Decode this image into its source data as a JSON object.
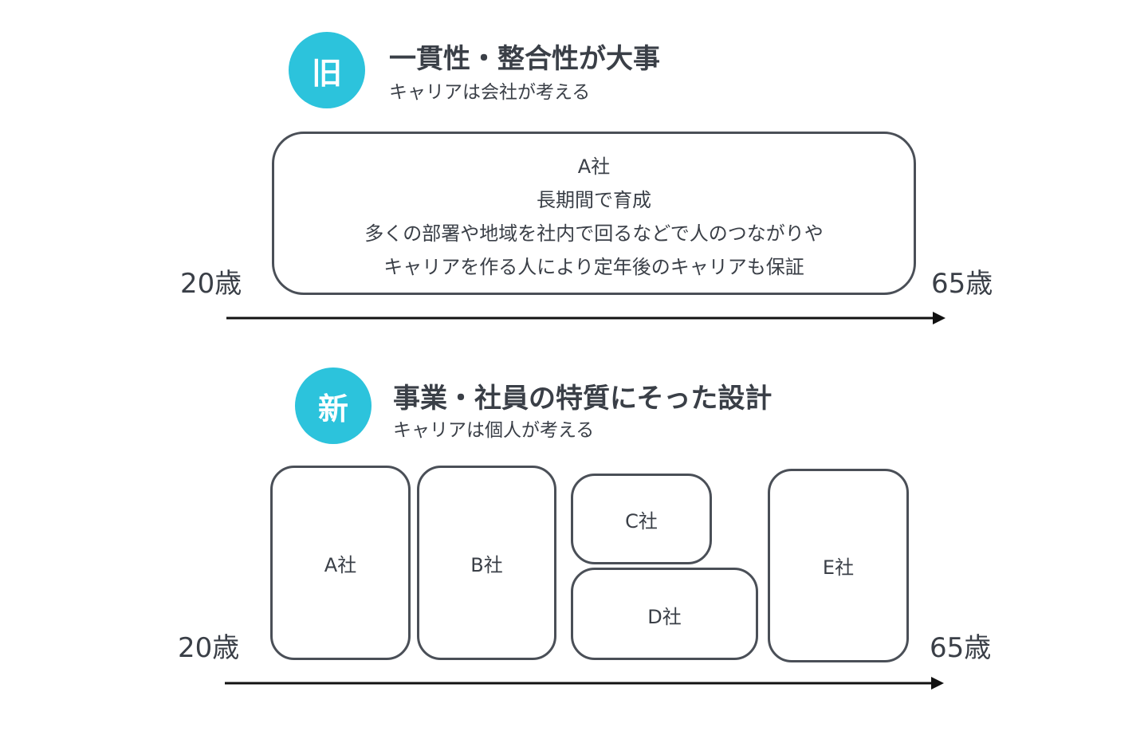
{
  "old": {
    "badge": "旧",
    "title": "一貫性・整合性が大事",
    "subtitle": "キャリアは会社が考える",
    "company_box": {
      "lines": [
        "A社",
        "長期間で育成",
        "多くの部署や地域を社内で回るなどで人のつながりや",
        "キャリアを作る人により定年後のキャリアも保証"
      ]
    },
    "start_age": "20歳",
    "end_age": "65歳"
  },
  "new": {
    "badge": "新",
    "title": "事業・社員の特質にそった設計",
    "subtitle": "キャリアは個人が考える",
    "companies": [
      "A社",
      "B社",
      "C社",
      "D社",
      "E社"
    ],
    "start_age": "20歳",
    "end_age": "65歳"
  },
  "colors": {
    "badge": "#2cc3dc",
    "text": "#3a3f47",
    "border": "#4a4f57",
    "arrow": "#111111"
  }
}
